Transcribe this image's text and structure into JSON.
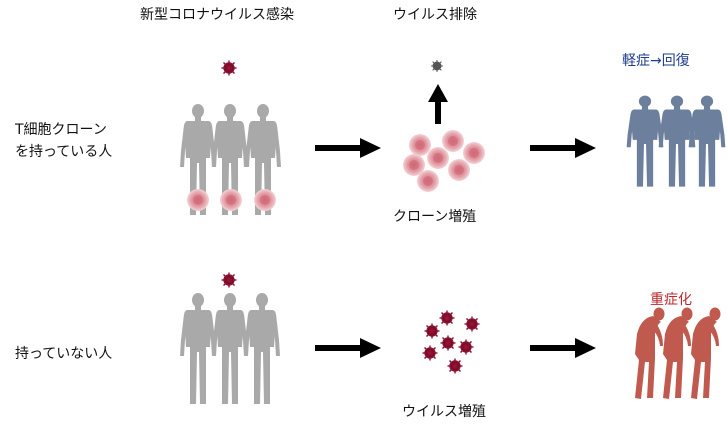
{
  "labels": {
    "infection": "新型コロナウイルス感染",
    "virus_clearance": "ウイルス排除",
    "group_with_clone_line1": "T細胞クローン",
    "group_with_clone_line2": "を持っている人",
    "clone_proliferation": "クローン増殖",
    "outcome_mild": "軽症→回復",
    "group_without_clone": "持っていない人",
    "virus_proliferation": "ウイルス増殖",
    "outcome_severe": "重症化"
  },
  "colors": {
    "text": "#111111",
    "mild_text": "#1f3c8c",
    "severe_text": "#c0282a",
    "virus": "#8c1030",
    "tcell": "#e4a0a8",
    "tcell_core": "#d06a78",
    "person_gray": "#a9a9a9",
    "person_mild": "#6c7f9c",
    "person_severe": "#c05a4e",
    "arrow": "#000000"
  }
}
